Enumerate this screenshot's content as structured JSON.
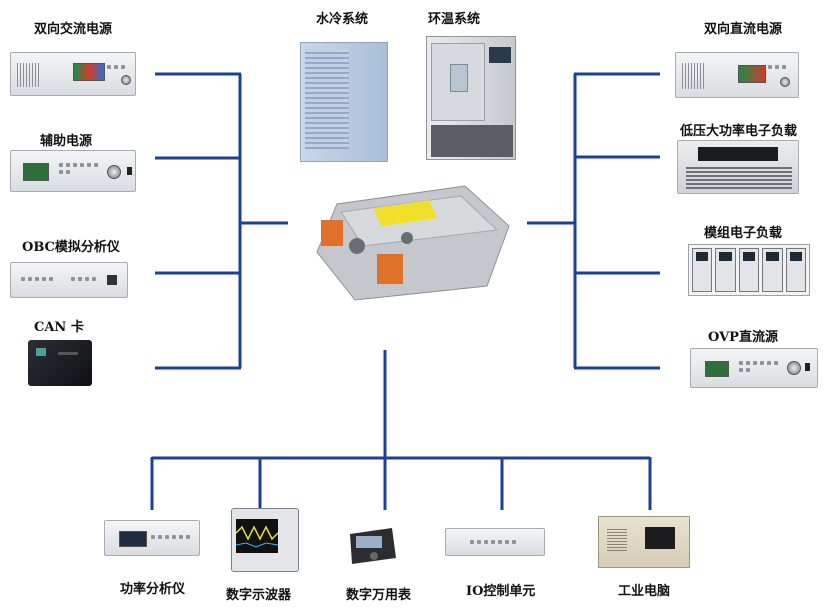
{
  "labels": {
    "bidir_ac": "双向交流电源",
    "aux": "辅助电源",
    "obc": "OBC模拟分析仪",
    "can": "CAN 卡",
    "water": "水冷系统",
    "env": "环温系统",
    "bidir_dc": "双向直流电源",
    "lv_load": "低压大功率电子负载",
    "module_load": "模组电子负载",
    "ovp": "OVP直流源",
    "power_analyzer": "功率分析仪",
    "scope": "数字示波器",
    "dmm": "数字万用表",
    "io": "IO控制单元",
    "ipc": "工业电脑"
  },
  "colors": {
    "wire": "#1d3f9a",
    "obc_orange": "#e0712a",
    "label_yellow": "#f2df2c"
  }
}
